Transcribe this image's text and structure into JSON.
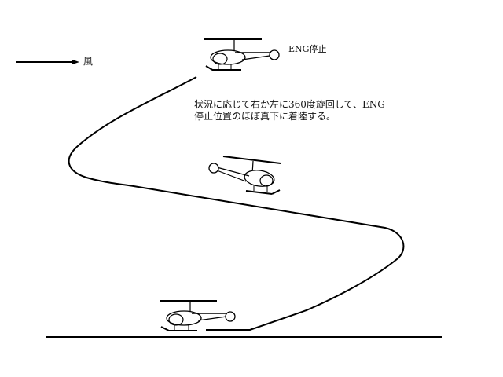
{
  "wind": {
    "label": "風"
  },
  "eng_stop": {
    "label": "ENG停止"
  },
  "note": {
    "line1": "状況に応じて右か左に360度旋回して、ENG",
    "line2": "停止位置のほぼ真下に着陸する。"
  },
  "colors": {
    "line": "#000000",
    "background": "#ffffff"
  }
}
